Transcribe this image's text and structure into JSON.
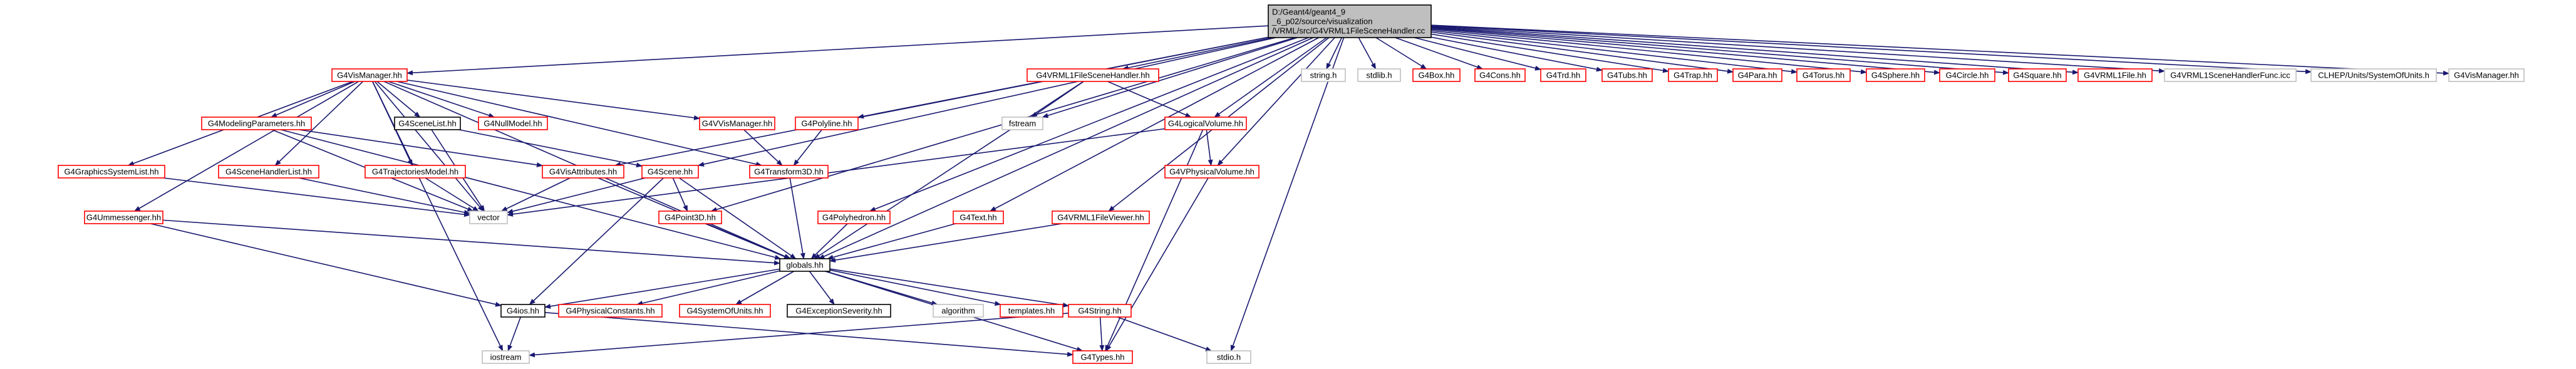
{
  "colors": {
    "red_border": "#ff0000",
    "black_border": "#000000",
    "gray_border": "#bfbfbf",
    "root_fill": "#bfbfbf",
    "text": "#000000",
    "edge": "#191970"
  },
  "nodes": {
    "root": {
      "lines": [
        "D:/Geant4/geant4_9",
        "_6_p02/source/visualization",
        "/VRML/src/G4VRML1FileSceneHandler.cc"
      ],
      "style": "root"
    },
    "G4VisManager_hh": {
      "lines": [
        "G4VisManager.hh"
      ],
      "style": "red"
    },
    "G4ModelingParameters_hh": {
      "lines": [
        "G4ModelingParameters.hh"
      ],
      "style": "red"
    },
    "G4SceneList_hh": {
      "lines": [
        "G4SceneList.hh"
      ],
      "style": "black"
    },
    "G4NullModel_hh": {
      "lines": [
        "G4NullModel.hh"
      ],
      "style": "red"
    },
    "G4VVisManager_hh": {
      "lines": [
        "G4VVisManager.hh"
      ],
      "style": "red"
    },
    "G4Polyline_hh": {
      "lines": [
        "G4Polyline.hh"
      ],
      "style": "red"
    },
    "fstream": {
      "lines": [
        "fstream"
      ],
      "style": "gray"
    },
    "G4VRML1FileSceneHandler_hh": {
      "lines": [
        "G4VRML1FileSceneHandler.hh"
      ],
      "style": "red"
    },
    "G4LogicalVolume_hh": {
      "lines": [
        "G4LogicalVolume.hh"
      ],
      "style": "red"
    },
    "G4VPhysicalVolume_hh": {
      "lines": [
        "G4VPhysicalVolume.hh"
      ],
      "style": "red"
    },
    "G4GraphicsSystemList_hh": {
      "lines": [
        "G4GraphicsSystemList.hh"
      ],
      "style": "red"
    },
    "G4SceneHandlerList_hh": {
      "lines": [
        "G4SceneHandlerList.hh"
      ],
      "style": "red"
    },
    "G4TrajectoriesModel_hh": {
      "lines": [
        "G4TrajectoriesModel.hh"
      ],
      "style": "red"
    },
    "G4VisAttributes_hh": {
      "lines": [
        "G4VisAttributes.hh"
      ],
      "style": "red"
    },
    "G4Scene_hh": {
      "lines": [
        "G4Scene.hh"
      ],
      "style": "red"
    },
    "G4Transform3D_hh": {
      "lines": [
        "G4Transform3D.hh"
      ],
      "style": "red"
    },
    "vector": {
      "lines": [
        "vector"
      ],
      "style": "gray"
    },
    "G4Point3D_hh": {
      "lines": [
        "G4Point3D.hh"
      ],
      "style": "red"
    },
    "G4Polyhedron_hh": {
      "lines": [
        "G4Polyhedron.hh"
      ],
      "style": "red"
    },
    "G4Text_hh": {
      "lines": [
        "G4Text.hh"
      ],
      "style": "red"
    },
    "G4VRML1FileViewer_hh": {
      "lines": [
        "G4VRML1FileViewer.hh"
      ],
      "style": "red"
    },
    "G4Ummessenger_hh": {
      "lines": [
        "G4Ummessenger.hh"
      ],
      "style": "red"
    },
    "globals_hh": {
      "lines": [
        "globals.hh"
      ],
      "style": "black"
    },
    "G4ios_hh": {
      "lines": [
        "G4ios.hh"
      ],
      "style": "black"
    },
    "G4PhysicalConstants_hh": {
      "lines": [
        "G4PhysicalConstants.hh"
      ],
      "style": "red"
    },
    "G4SystemOfUnits_hh": {
      "lines": [
        "G4SystemOfUnits.hh"
      ],
      "style": "red"
    },
    "G4ExceptionSeverity_hh": {
      "lines": [
        "G4ExceptionSeverity.hh"
      ],
      "style": "black"
    },
    "algorithm": {
      "lines": [
        "algorithm"
      ],
      "style": "gray"
    },
    "templates_hh": {
      "lines": [
        "templates.hh"
      ],
      "style": "red"
    },
    "G4String_hh": {
      "lines": [
        "G4String.hh"
      ],
      "style": "red"
    },
    "iostream": {
      "lines": [
        "iostream"
      ],
      "style": "gray"
    },
    "G4Types_hh": {
      "lines": [
        "G4Types.hh"
      ],
      "style": "red"
    },
    "stdio_h": {
      "lines": [
        "stdio.h"
      ],
      "style": "gray"
    },
    "string_h": {
      "lines": [
        "string.h"
      ],
      "style": "gray"
    },
    "stdlib_h": {
      "lines": [
        "stdlib.h"
      ],
      "style": "gray"
    },
    "G4Box_hh": {
      "lines": [
        "G4Box.hh"
      ],
      "style": "red"
    },
    "G4Cons_hh": {
      "lines": [
        "G4Cons.hh"
      ],
      "style": "red"
    },
    "G4Trd_hh": {
      "lines": [
        "G4Trd.hh"
      ],
      "style": "red"
    },
    "G4Tubs_hh": {
      "lines": [
        "G4Tubs.hh"
      ],
      "style": "red"
    },
    "G4Trap_hh": {
      "lines": [
        "G4Trap.hh"
      ],
      "style": "red"
    },
    "G4Para_hh": {
      "lines": [
        "G4Para.hh"
      ],
      "style": "red"
    },
    "G4Torus_hh": {
      "lines": [
        "G4Torus.hh"
      ],
      "style": "red"
    },
    "G4Sphere_hh": {
      "lines": [
        "G4Sphere.hh"
      ],
      "style": "red"
    },
    "G4Circle_hh": {
      "lines": [
        "G4Circle.hh"
      ],
      "style": "red"
    },
    "G4Square_hh": {
      "lines": [
        "G4Square.hh"
      ],
      "style": "red"
    },
    "G4VRML1File_hh": {
      "lines": [
        "G4VRML1File.hh"
      ],
      "style": "red"
    },
    "G4VRML1SceneHandlerFunc_icc": {
      "lines": [
        "G4VRML1SceneHandlerFunc.icc"
      ],
      "style": "gray"
    },
    "CLHEP_Units_SystemOfUnits_h": {
      "lines": [
        "CLHEP/Units/SystemOfUnits.h"
      ],
      "style": "gray"
    },
    "G4VisManager_hh_2": {
      "lines": [
        "G4VisManager.hh"
      ],
      "style": "gray"
    }
  }
}
